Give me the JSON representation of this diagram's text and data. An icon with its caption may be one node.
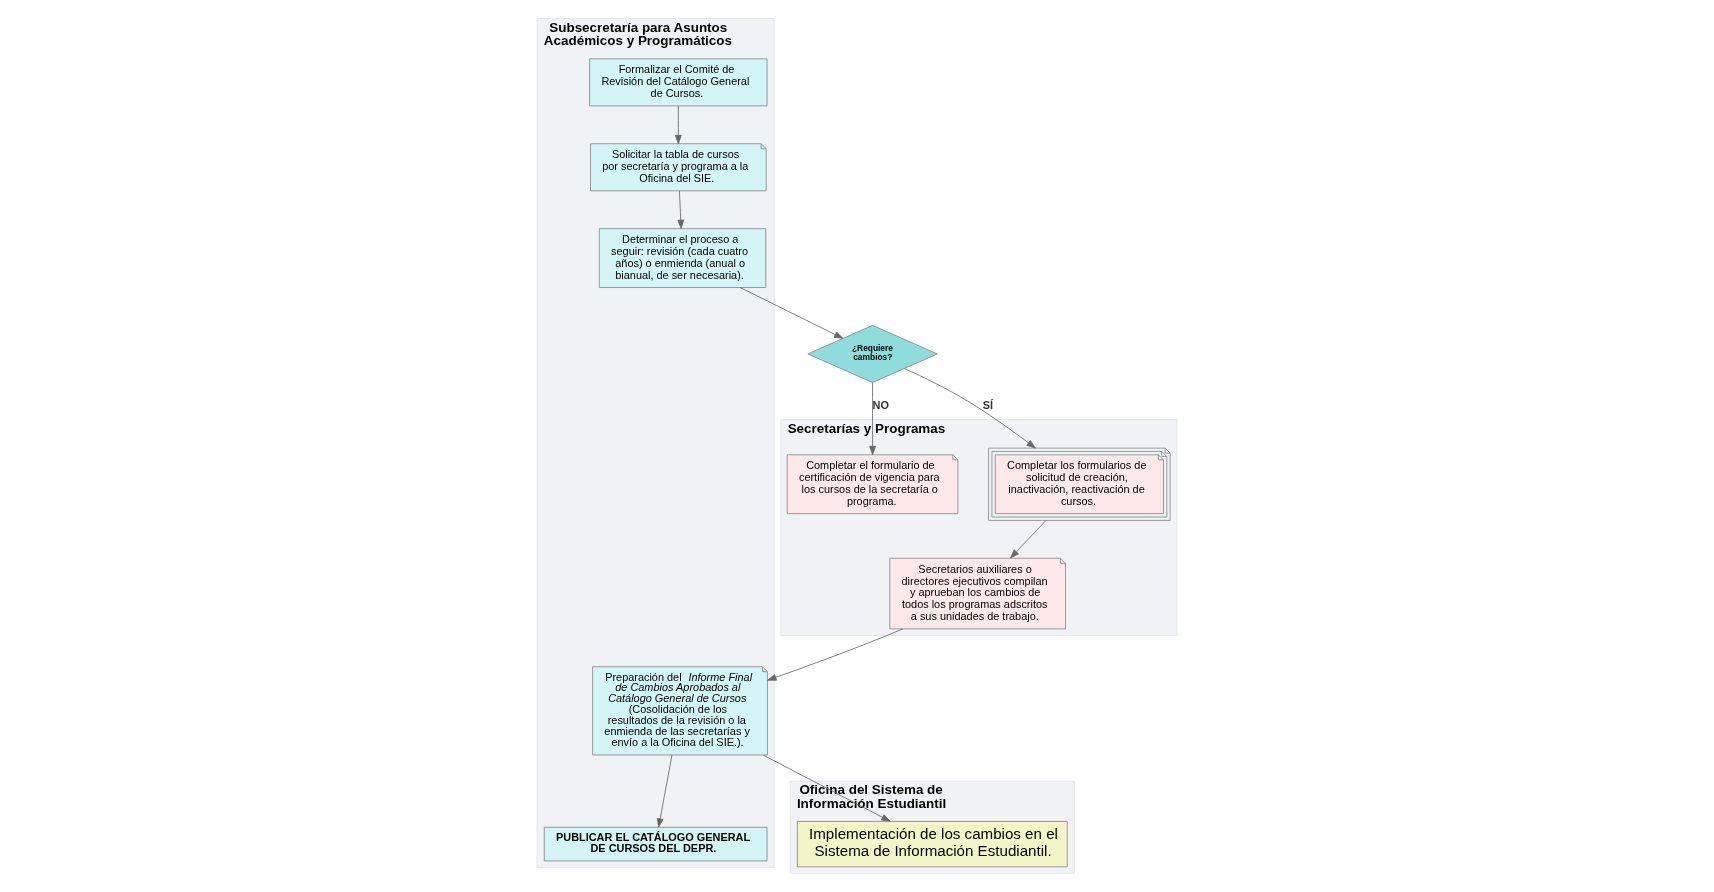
{
  "diagram": {
    "nodes": [
      {
        "text": [
          "Subsecretaría para Asuntos Académicos y Programáticos"
        ]
      },
      {
        "text": [
          "Formalizar el Comité de Revisión del Catálogo General de Cursos."
        ],
        "in": 0
      },
      {
        "text": [
          "Solicitar la tabla de cursos por secretaría y programa a la Oficina del SIE."
        ],
        "in": 0
      },
      {
        "text": [
          "Determinar el proceso a seguir: revisión (cada cuatro años) o enmienda (anual o bianual, de ser necesaria)."
        ],
        "in": 0
      },
      {
        "text": [
          "¿Requiere cambios?"
        ]
      },
      {
        "text": [
          "Preparación del *Informe Final de Cambios Aprobados al Catálogo General de Cursos* (Cosolidación de los resultados de la revisión o la enmienda de las secretarías y envío a la Oficina del SIE.)."
        ],
        "in": 0
      },
      {
        "text": [
          "PUBLICAR EL CATÁLOGO GENERAL DE CURSOS DEL DEPR."
        ],
        "in": 0
      },
      {
        "text": [
          "Secretarías y Programas"
        ]
      },
      {
        "text": [
          "Completar el formulario de certificación de vigencia para los cursos de la secretaría o programa."
        ],
        "in": 7
      },
      {
        "text": [
          "Completar los formularios de solicitud de creación, inactivación, reactivación de cursos."
        ],
        "in": 7
      },
      {
        "text": [
          "Secretarios auxiliares o directores ejecutivos compilan y aprueban los cambios de todos los programas adscritos a sus unidades de trabajo."
        ],
        "in": 7
      },
      {
        "text": [
          "Oficina del Sistema de Información Estudiantil"
        ]
      },
      {
        "text": [
          "Implementación de los cambios en el Sistema de Información Estudiantil."
        ],
        "in": 11
      }
    ],
    "edges": [
      {
        "from": 1,
        "to": 2,
        "arrow": "to"
      },
      {
        "from": 2,
        "to": 3,
        "arrow": "to"
      },
      {
        "from": 3,
        "to": 4,
        "arrow": "to"
      },
      {
        "from": 4,
        "to": 8,
        "arrow": "to",
        "label": "NO"
      },
      {
        "from": 4,
        "to": 9,
        "arrow": "to",
        "label": "SÍ"
      },
      {
        "from": 9,
        "to": 10,
        "arrow": "to"
      },
      {
        "from": 10,
        "to": 5,
        "arrow": "to"
      },
      {
        "from": 5,
        "to": 6,
        "arrow": "to"
      },
      {
        "from": 5,
        "to": 12,
        "arrow": "to"
      }
    ]
  }
}
